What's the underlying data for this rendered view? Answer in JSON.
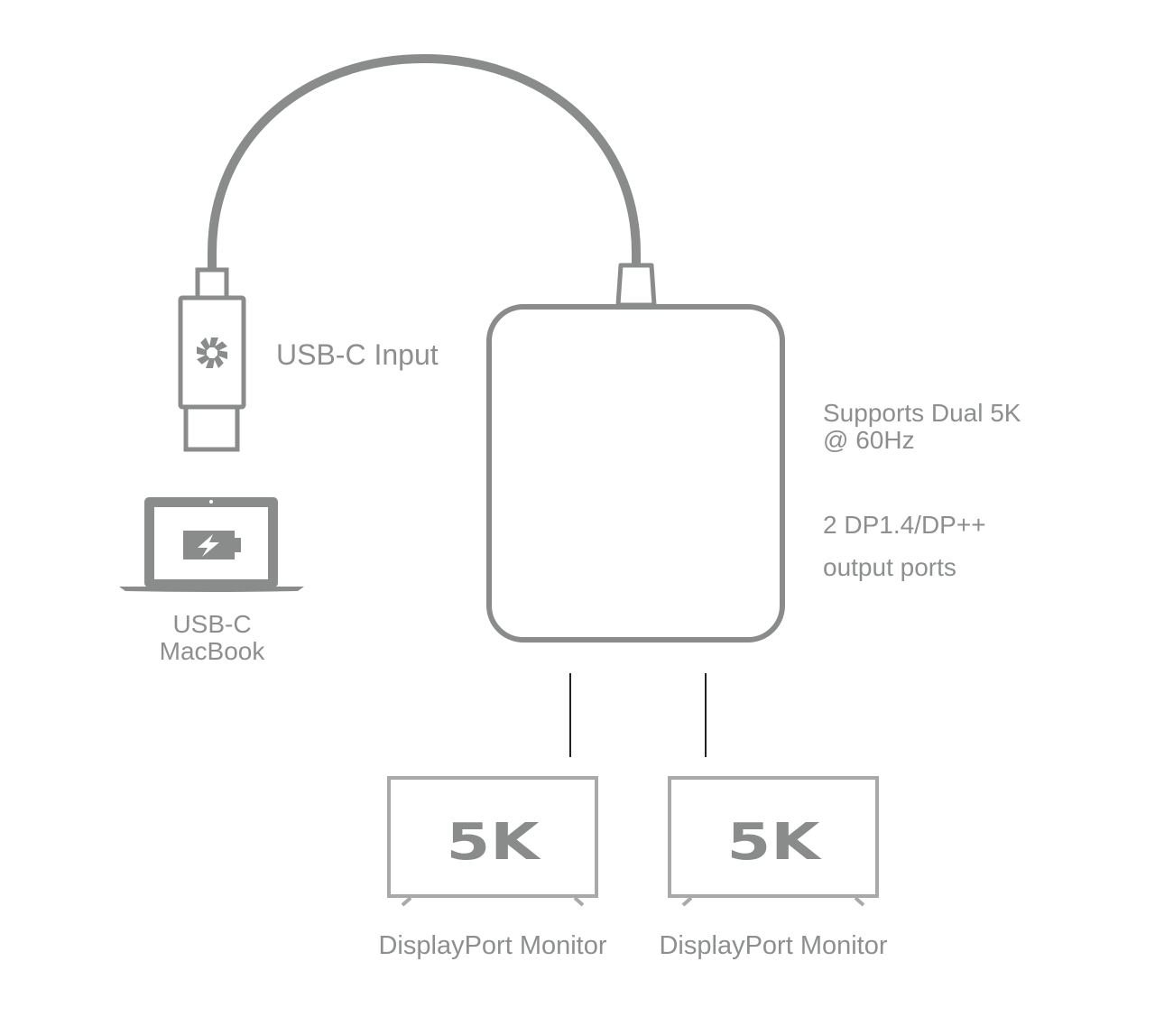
{
  "colors": {
    "stroke": "#8a8c8b",
    "text": "#8d8f8f",
    "monitor": "#a8aaa9",
    "badge": "#8a8c8b"
  },
  "labels": {
    "usb_input": "USB-C Input",
    "macbook_line1": "USB-C",
    "macbook_line2": "MacBook",
    "supports_line1": "Supports Dual 5K",
    "supports_line2": "@ 60Hz",
    "ports_line1": "2 DP1.4/DP++",
    "ports_line2": "output ports"
  },
  "monitors": [
    {
      "badge": "5K",
      "label": "DisplayPort Monitor"
    },
    {
      "badge": "5K",
      "label": "DisplayPort Monitor"
    }
  ],
  "icons": {
    "plug": "usb-c-plug-icon",
    "logo": "pinwheel-logo-icon",
    "laptop": "laptop-icon",
    "battery": "battery-charging-icon"
  }
}
